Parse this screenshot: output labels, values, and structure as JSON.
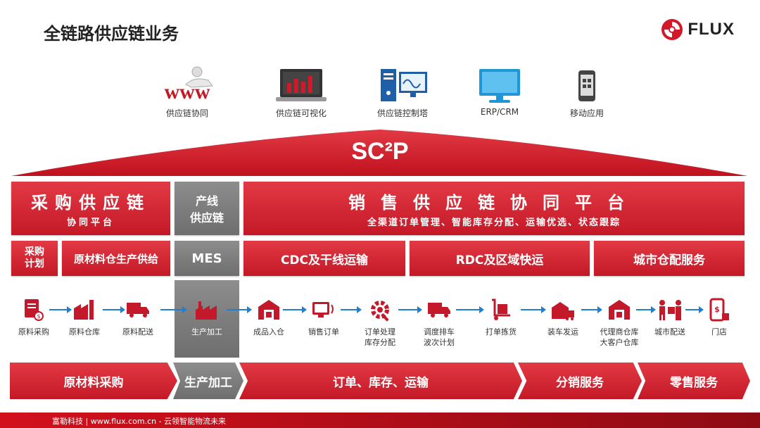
{
  "header": {
    "title": "全链路供应链业务",
    "brand": "FLUX"
  },
  "apps": [
    {
      "label": "供应链协同",
      "icon": "www-icon",
      "icon_text": "www"
    },
    {
      "label": "供应链可视化",
      "icon": "bar-chart-monitor-icon"
    },
    {
      "label": "供应链控制塔",
      "icon": "server-monitor-icon"
    },
    {
      "label": "ERP/CRM",
      "icon": "monitor-icon"
    },
    {
      "label": "移动应用",
      "icon": "mobile-phone-icon"
    }
  ],
  "roof": {
    "label": "SC²P"
  },
  "pillars": {
    "procurement": {
      "title": "采购供应链",
      "subtitle": "协同平台"
    },
    "production": {
      "title_line1": "产线",
      "title_line2": "供应链"
    },
    "sales": {
      "title": "销售供应链协同平台",
      "subtitle": "全渠道订单管理、智能库存分配、运输优选、状态跟踪"
    }
  },
  "modules": {
    "procurement_plan_line1": "采购",
    "procurement_plan_line2": "计划",
    "raw_supply": "原材料仓生产供给",
    "mes": "MES",
    "cdc": "CDC及干线运输",
    "rdc": "RDC及区域快运",
    "city": "城市仓配服务"
  },
  "steps": [
    {
      "line1": "原料采购",
      "line2": "",
      "icon": "purchase-document-icon"
    },
    {
      "line1": "原料仓库",
      "line2": "",
      "icon": "factory-warehouse-icon"
    },
    {
      "line1": "原料配送",
      "line2": "",
      "icon": "delivery-truck-icon"
    },
    {
      "line1": "生产加工",
      "line2": "",
      "icon": "factory-icon"
    },
    {
      "line1": "成品入仓",
      "line2": "",
      "icon": "warehouse-icon"
    },
    {
      "line1": "销售订单",
      "line2": "",
      "icon": "order-monitor-icon"
    },
    {
      "line1": "订单处理",
      "line2": "库存分配",
      "icon": "gear-wrench-icon"
    },
    {
      "line1": "调度排车",
      "line2": "波次计划",
      "icon": "dispatch-truck-icon"
    },
    {
      "line1": "打单拣货",
      "line2": "",
      "icon": "hand-truck-icon"
    },
    {
      "line1": "装车发运",
      "line2": "",
      "icon": "loading-dock-icon"
    },
    {
      "line1": "代理商仓库",
      "line2": "大客户仓库",
      "icon": "agent-warehouse-icon"
    },
    {
      "line1": "城市配送",
      "line2": "",
      "icon": "courier-icon"
    },
    {
      "line1": "门店",
      "line2": "",
      "icon": "store-phone-icon"
    }
  ],
  "stages": [
    {
      "label": "原材料采购"
    },
    {
      "label": "生产加工"
    },
    {
      "label": "订单、库存、运输"
    },
    {
      "label": "分销服务"
    },
    {
      "label": "零售服务"
    }
  ],
  "footer": {
    "text": "富勒科技 | www.flux.com.cn - 云领智能物流未来"
  },
  "colors": {
    "accent_red": "#d2192a",
    "gray": "#7a7a7a",
    "arrow_blue": "#1f7fd0"
  }
}
